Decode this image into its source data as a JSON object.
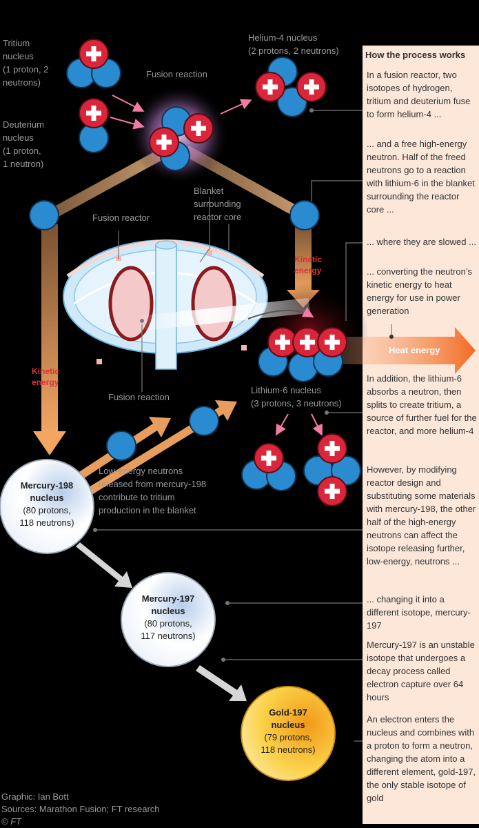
{
  "labels": {
    "tritium": [
      "Tritium",
      "nucleus",
      "(1 proton, 2",
      "neutrons)"
    ],
    "deuterium": [
      "Deuterium",
      "nucleus",
      "(1 proton,",
      "1 neutron)"
    ],
    "fusion_reaction_top": "Fusion reaction",
    "helium4": [
      "Helium-4 nucleus",
      "(2 protons, 2 neutrons)"
    ],
    "blanket": [
      "Blanket",
      "surrounding",
      "reactor core"
    ],
    "fusion_reactor": "Fusion reactor",
    "fusion_reaction_bottom": "Fusion reaction",
    "kinetic_right": [
      "Kinetic",
      "energy"
    ],
    "kinetic_left": [
      "Kinetic",
      "energy"
    ],
    "heat_energy": "Heat energy",
    "lithium6": [
      "Lithium-6 nucleus",
      "(3 protons, 3 neutrons)"
    ],
    "low_energy": [
      "Low-energy neutrons",
      "released from mercury-198",
      "contribute to tritium",
      "production in the blanket"
    ]
  },
  "nuclei": {
    "mercury198": {
      "name": [
        "Mercury-198",
        "nucleus"
      ],
      "detail": [
        "(80 protons,",
        "118 neutrons)"
      ]
    },
    "mercury197": {
      "name": [
        "Mercury-197",
        "nucleus"
      ],
      "detail": [
        "(80 protons,",
        "117 neutrons)"
      ]
    },
    "gold197": {
      "name": [
        "Gold-197",
        "nucleus"
      ],
      "detail": [
        "(79 protons,",
        "118 neutrons)"
      ]
    }
  },
  "panel": {
    "title": "How the process works",
    "steps": [
      "In a fusion reactor, two isotopes of hydrogen, tritium and deuterium fuse to form helium-4 ...",
      "... and a free high-energy neutron. Half of the freed neutrons go to a reaction with lithium-6 in the blanket surrounding the reactor core ...",
      "... where they are slowed ...",
      "... converting the neutron’s kinetic energy to heat energy for use in power generation",
      "In addition, the lithium-6 absorbs a neutron, then splits to create tritium, a source of further fuel for the reactor, and more helium-4",
      "However, by modifying reactor design and substituting some materials with mercury-198, the other half of the high-energy neutrons can affect the isotope releasing further, low-energy, neutrons ...",
      "... changing it into a different isotope, mercury-197",
      "Mercury-197 is an unstable isotope that undergoes a decay process called electron capture over 64 hours",
      "An electron enters the nucleus and combines with a proton to form a neutron, changing the atom into a different element, gold-197, the only stable isotope of gold"
    ]
  },
  "footer": {
    "graphic": "Graphic: Ian Bott",
    "sources": "Sources: Marathon Fusion; FT research",
    "copyright": "© FT"
  },
  "colors": {
    "proton": "#d9263a",
    "neutron": "#2a8bd0",
    "arrow_orange": "#f0a868",
    "panel_bg": "#fce7d9",
    "heat": "#f26a21"
  }
}
